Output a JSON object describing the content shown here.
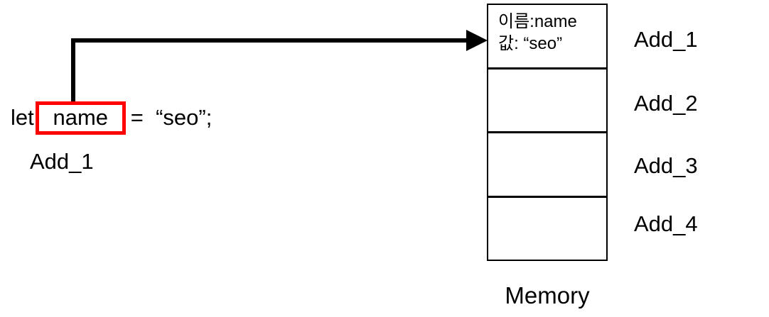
{
  "colors": {
    "highlight_red": "#FF0000",
    "line_black": "#000000",
    "background": "#FFFFFF"
  },
  "icons": {
    "pointer_arrow": "elbow-right-arrow-connector"
  },
  "code": {
    "keyword": "let",
    "variable": "name",
    "assignment": "=  “seo”;",
    "address_label": "Add_1"
  },
  "memory": {
    "title": "Memory",
    "cells": [
      {
        "line1": "이름:name",
        "line2": "값: “seo”",
        "address": "Add_1"
      },
      {
        "line1": "",
        "line2": "",
        "address": "Add_2"
      },
      {
        "line1": "",
        "line2": "",
        "address": "Add_3"
      },
      {
        "line1": "",
        "line2": "",
        "address": "Add_4"
      }
    ]
  }
}
